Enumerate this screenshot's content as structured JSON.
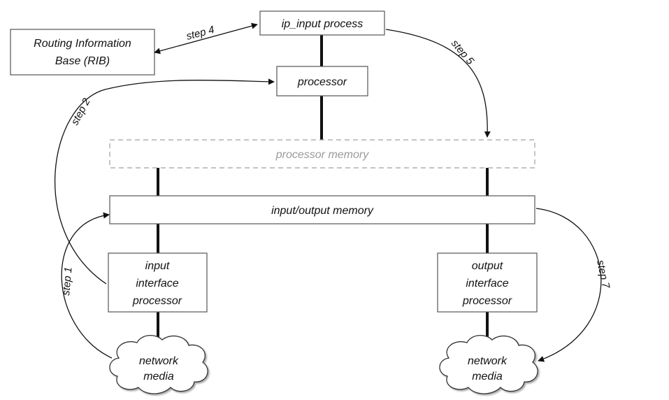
{
  "nodes": {
    "ip_input": "ip_input process",
    "rib": [
      "Routing Information",
      "Base (RIB)"
    ],
    "processor": "processor",
    "processor_memory": "processor memory",
    "io_memory": "input/output memory",
    "input_iface": [
      "input",
      "interface",
      "processor"
    ],
    "output_iface": [
      "output",
      "interface",
      "processor"
    ],
    "network_in": [
      "network",
      "media"
    ],
    "network_out": [
      "network",
      "media"
    ]
  },
  "steps": {
    "step1": "step 1",
    "step2": "step 2",
    "step4": "step 4",
    "step5": "step 5",
    "step7": "step 7"
  },
  "colors": {
    "line": "#111111",
    "dashed_border": "#a0a0a0",
    "dashed_text": "#9a9a9a",
    "cloud_shadow": "#888888"
  }
}
